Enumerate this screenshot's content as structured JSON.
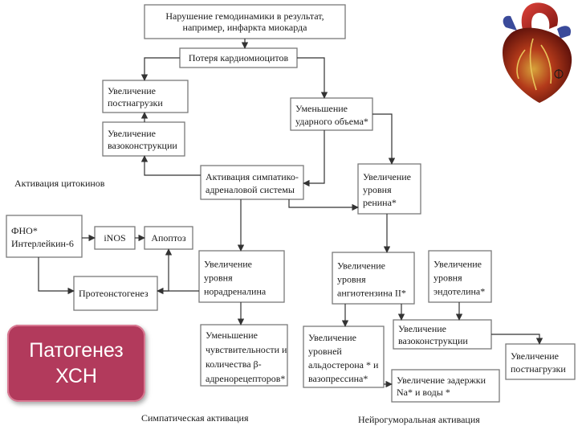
{
  "nodes": {
    "hemodynamics": [
      "Нарушение гемодинамики в результат,",
      "например, инфаркта миокарда"
    ],
    "cardiomyocyte_loss": [
      "Потеря кардиомиоцитов"
    ],
    "afterload_increase": [
      "Увеличение",
      "постнагрузки"
    ],
    "stroke_volume": [
      "Уменьшение",
      "ударного объема*"
    ],
    "vasoconstriction_increase": [
      "Увеличение",
      "вазоконструкции"
    ],
    "sympathoadrenal": [
      "Активация симпатико-",
      "адреналовой системы"
    ],
    "renin": [
      "Увеличение",
      "уровня",
      "ренина*"
    ],
    "tnf_il6": [
      "ФНО*",
      "Интерлейкин-6"
    ],
    "inos": [
      "iNOS"
    ],
    "apoptosis": [
      "Апоптоз"
    ],
    "proteosintogenesis": [
      "Протеонстогенез"
    ],
    "noradrenaline": [
      "Увеличение",
      "уровня",
      "норадреналина"
    ],
    "angiotensin": [
      "Увеличение",
      "уровня",
      "ангиотензина II*"
    ],
    "endothelin": [
      "Увеличение",
      "уровня",
      "эндотелина*"
    ],
    "receptor_sensitivity": [
      "Уменьшение",
      "чувствительности и",
      "количества β-",
      "адренорецепторов*"
    ],
    "aldosterone": [
      "Увеличение",
      "уровней",
      "альдостерона * и",
      "вазопрессина*"
    ],
    "vasoconstriction2": [
      "Увеличение",
      "вазоконструкции"
    ],
    "afterload2": [
      "Увеличение",
      "постнагрузки"
    ],
    "na_water": [
      "Увеличение задержки",
      "Na* и воды *"
    ]
  },
  "labels": {
    "cytokine_activation": "Активация цитокинов",
    "sympathetic_activation": "Симпатическая активация",
    "neurohumoral_activation": "Нейрогуморальная активация"
  },
  "badge": [
    "Патогенез",
    "ХСН"
  ]
}
